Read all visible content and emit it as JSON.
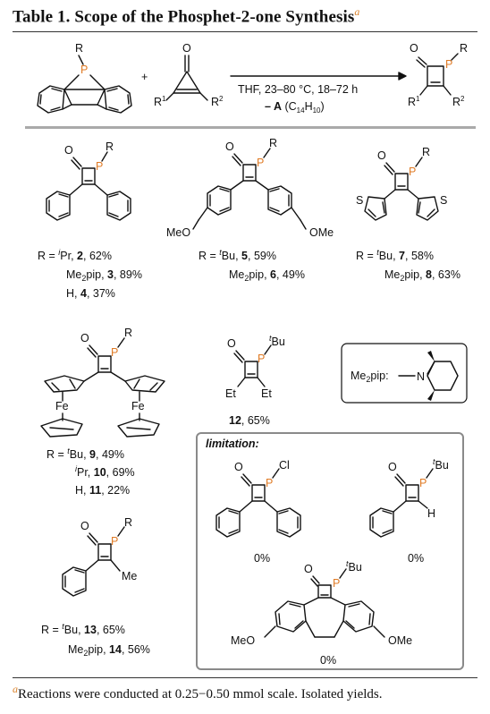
{
  "title": {
    "text": "Table 1. Scope of the Phosphet-2-one Synthesis",
    "mark": "a"
  },
  "scheme": {
    "plus": "+",
    "conditions_line1": "THF, 23–80 °C, 18–72 h",
    "conditions_line2_a": "– A",
    "conditions_line2_b": "(C14H10)",
    "reagent_R": "R",
    "R1": "R1",
    "R2": "R2"
  },
  "entries": [
    {
      "lines": [
        "R = iPr, 2, 62%",
        "Me2pip, 3, 89%",
        "H, 4, 37%"
      ]
    },
    {
      "lines": [
        "R = tBu, 5, 59%",
        "Me2pip, 6, 49%"
      ]
    },
    {
      "lines": [
        "R = tBu, 7, 58%",
        "Me2pip, 8, 63%"
      ]
    },
    {
      "lines": [
        "R = tBu, 9, 49%",
        "iPr, 10, 69%",
        "H, 11, 22%"
      ]
    },
    {
      "lines": [
        "12, 65%"
      ]
    },
    {
      "lines": [
        "R = tBu, 13, 65%",
        "Me2pip, 14, 56%"
      ]
    }
  ],
  "me2pip_label": "Me2pip:",
  "limitation": {
    "label": "limitation:",
    "yields": [
      "0%",
      "0%",
      "0%"
    ]
  },
  "footnote": {
    "mark": "a",
    "text": "Reactions were conducted at 0.25−0.50 mmol scale. Isolated yields."
  }
}
